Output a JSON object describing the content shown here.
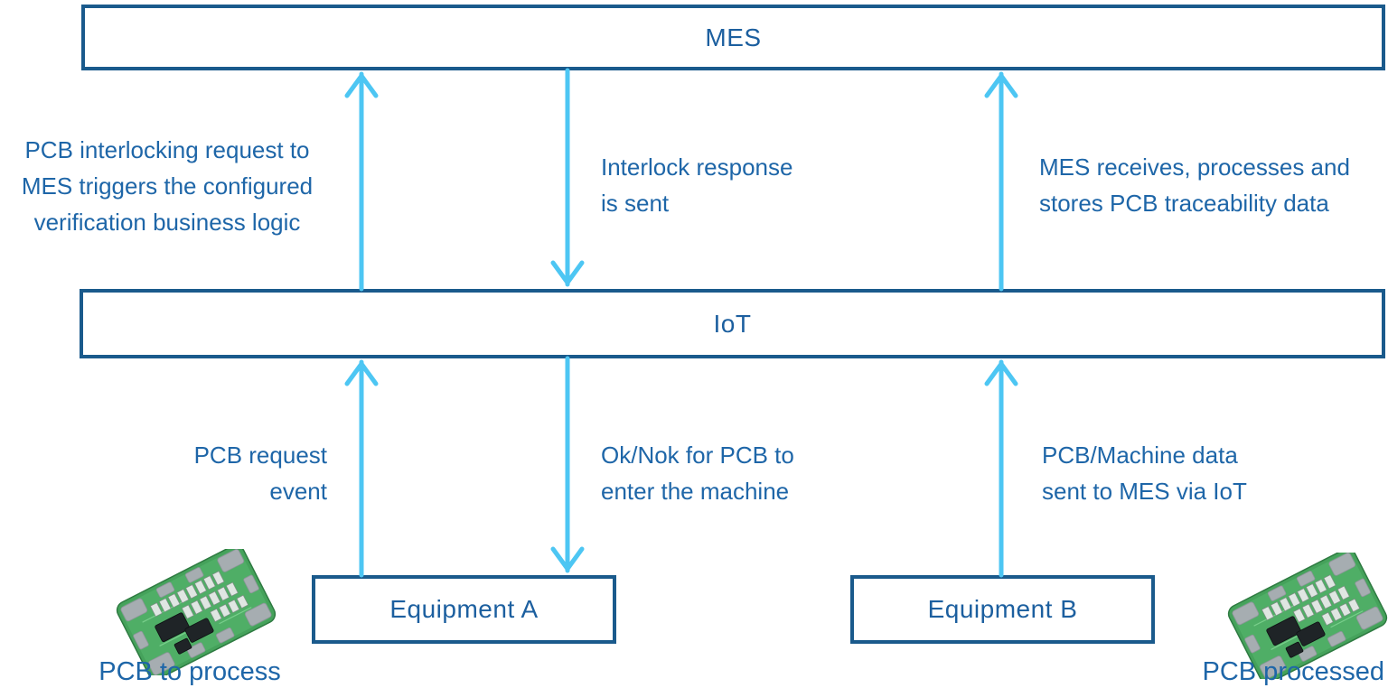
{
  "diagram": {
    "boxes": {
      "mes": "MES",
      "iot": "IoT",
      "equipment_a": "Equipment A",
      "equipment_b": "Equipment B"
    },
    "flow_labels": {
      "interlock_request": {
        "line1": "PCB interlocking request to",
        "line2": "MES triggers the configured",
        "line3": "verification business logic"
      },
      "interlock_response": {
        "line1": "Interlock response",
        "line2": "is sent"
      },
      "mes_receives": {
        "line1": "MES receives, processes and",
        "line2": "stores PCB traceability data"
      },
      "pcb_request": {
        "line1": "PCB request",
        "line2": "event"
      },
      "ok_nok": {
        "line1": "Ok/Nok for PCB to",
        "line2": "enter the machine"
      },
      "pcb_machine_data": {
        "line1": "PCB/Machine data",
        "line2": "sent to MES via IoT"
      }
    },
    "captions": {
      "left": "PCB to process",
      "right": "PCB processed"
    },
    "colors": {
      "box_border": "#1a5a8c",
      "box_title": "#1c5f9f",
      "label_text": "#1e66a8",
      "arrow": "#4dc6f3"
    }
  }
}
